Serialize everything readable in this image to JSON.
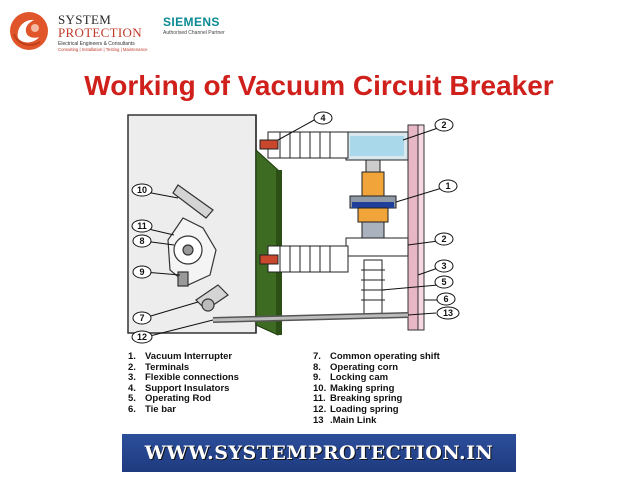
{
  "header": {
    "logo_icon": "system-protection-swirl-logo",
    "brand_line1": "SYSTEM",
    "brand_line2": "PROTECTION",
    "brand_tagline": "Electrical Engineers & Consultants",
    "brand_services": "Consulting | Installation | Testing | Maintenance",
    "partner_name": "SIEMENS",
    "partner_tagline": "Authorised Channel Partner"
  },
  "slide": {
    "title": "Working of  Vacuum Circuit Breaker"
  },
  "diagram": {
    "callouts": [
      "1",
      "2",
      "2",
      "3",
      "4",
      "5",
      "6",
      "7",
      "8",
      "9",
      "10",
      "11",
      "12",
      "13"
    ]
  },
  "legend": {
    "left": [
      {
        "n": "1.",
        "label": "Vacuum Interrupter"
      },
      {
        "n": "2.",
        "label": "Terminals"
      },
      {
        "n": "3.",
        "label": "Flexible connections"
      },
      {
        "n": "4.",
        "label": "Support  Insulators"
      },
      {
        "n": "5.",
        "label": "Operating Rod"
      },
      {
        "n": "6.",
        "label": "Tie bar"
      }
    ],
    "right": [
      {
        "n": "7.",
        "label": "Common operating shift"
      },
      {
        "n": "8.",
        "label": "Operating corn"
      },
      {
        "n": "9.",
        "label": "Locking cam"
      },
      {
        "n": "10.",
        "label": "Making spring"
      },
      {
        "n": "11.",
        "label": "Breaking spring"
      },
      {
        "n": "12.",
        "label": "Loading spring"
      },
      {
        "n": "13",
        "label": ".Main Link"
      }
    ]
  },
  "footer": {
    "url": "WWW.SYSTEMPROTECTION.IN",
    "banner_color": "#24418a"
  },
  "colors": {
    "title": "#d0201c",
    "partner": "#0b8a93"
  }
}
